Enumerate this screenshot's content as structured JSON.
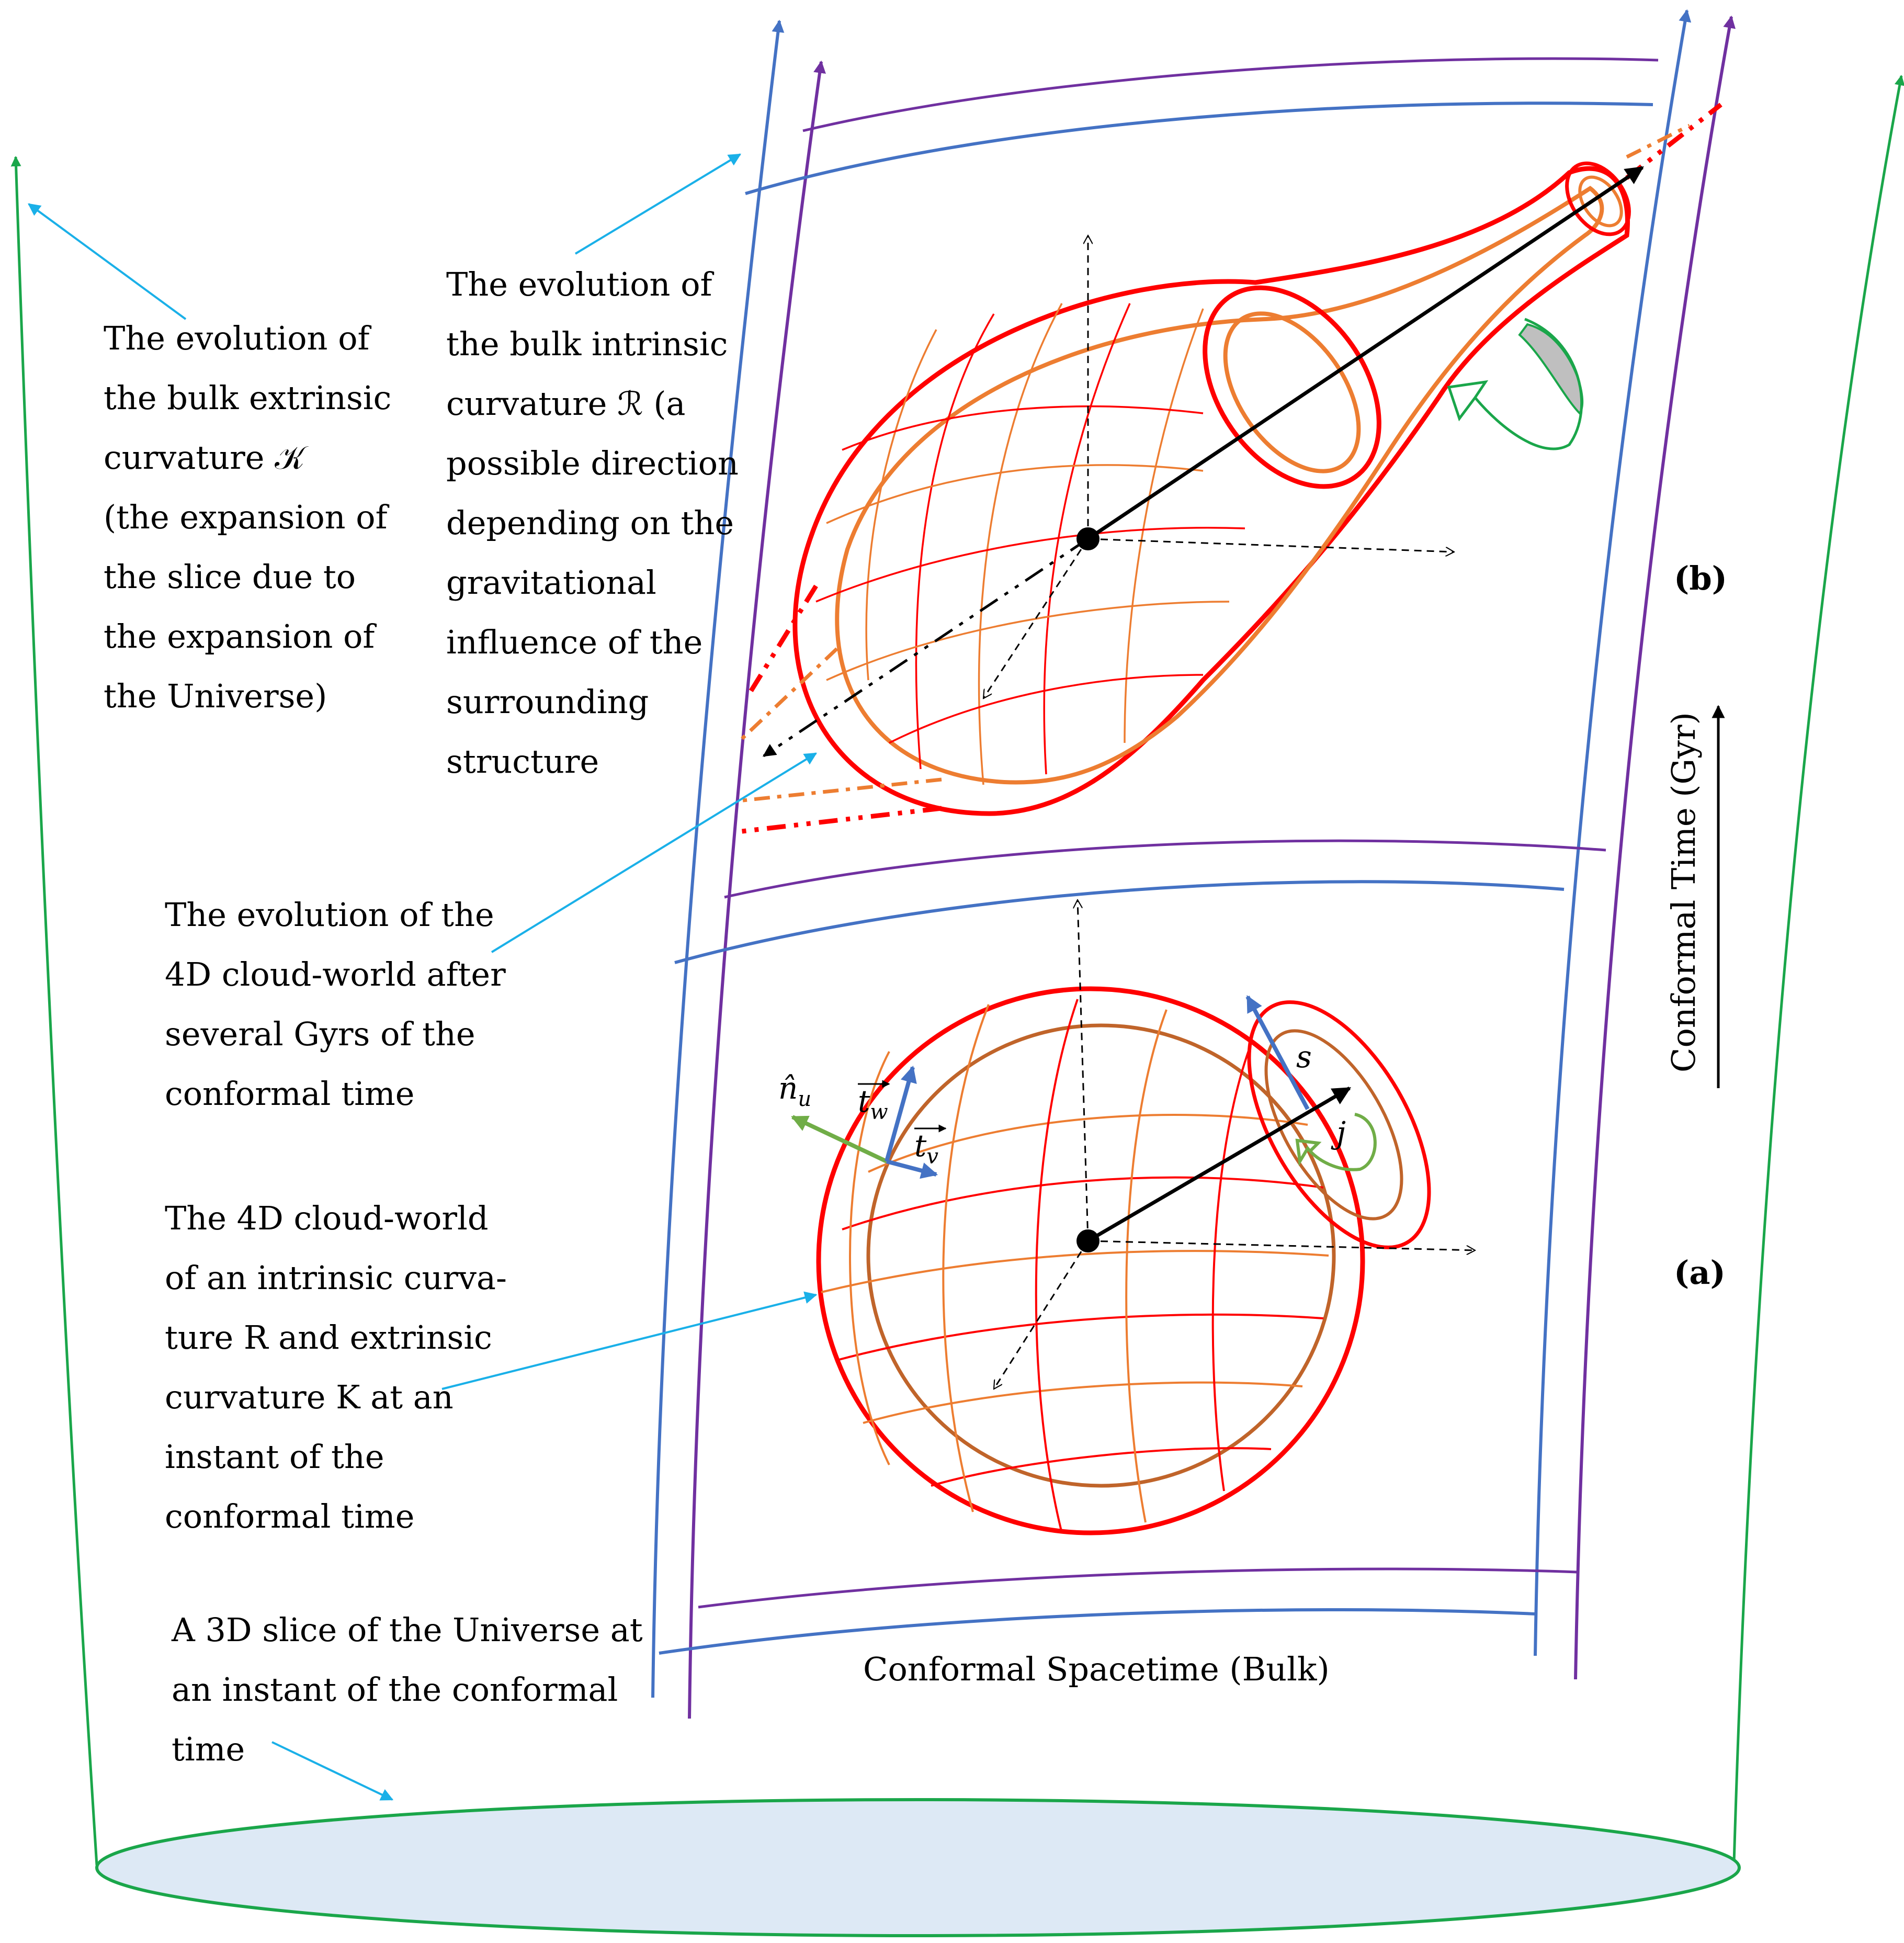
{
  "labels": {
    "extrinsic": [
      "The evolution of",
      "the bulk extrinsic",
      "curvature 𝒦",
      "(the expansion of",
      "the slice due to",
      "the expansion of",
      "the Universe)"
    ],
    "intrinsic": [
      "The evolution of",
      "the bulk intrinsic",
      "curvature ℛ (a",
      "possible direction",
      "depending on the",
      "gravitational",
      "influence of the",
      "surrounding",
      "structure"
    ],
    "cloud_evolution": [
      "The evolution of the",
      "4D cloud-world after",
      "several Gyrs of the",
      "conformal time"
    ],
    "cloud_world": [
      "The 4D cloud-world",
      "of an intrinsic curva-",
      "ture R and extrinsic",
      "curvature K at an",
      "instant of the",
      "conformal time"
    ],
    "slice": [
      "A 3D slice of the Universe at",
      "an instant of the conformal",
      "time"
    ]
  },
  "panel_b": "(b)",
  "panel_a": "(a)",
  "time_axis": "Conformal Time (Gyr)",
  "bulk": "Conformal Spacetime (Bulk)",
  "vectors": {
    "n_u": "n̂",
    "n_u_sub": "u",
    "t_w": "t",
    "t_w_sub": "w",
    "t_v": "t",
    "t_v_sub": "v",
    "s": "s",
    "j": "j"
  },
  "colors": {
    "green": "#1aa64a",
    "blue": "#4472c4",
    "purple": "#7030a0",
    "red": "#ff0000",
    "orange": "#ed7d31",
    "brown": "#c0642a",
    "cyan": "#1ab0e8",
    "slice_fill": "#dde9f5",
    "vec_green": "#70ad47",
    "gray": "#bfbfbf"
  }
}
